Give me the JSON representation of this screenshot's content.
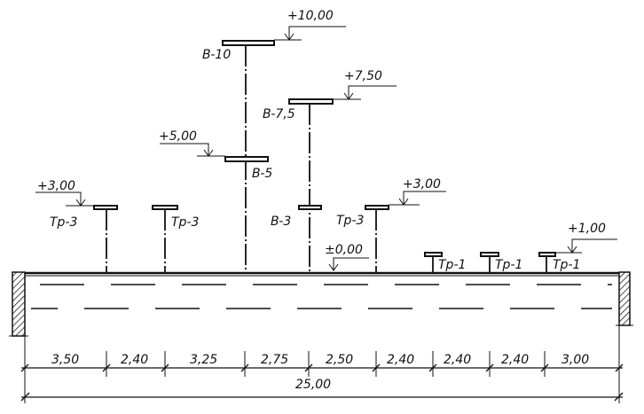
{
  "title": "Scaffold / post elevation scheme",
  "elevations": {
    "e10": "+10,00",
    "e75": "+7,50",
    "e5": "+5,00",
    "e3_left": "+3,00",
    "e3_right": "+3,00",
    "e0": "±0,00",
    "e1": "+1,00"
  },
  "labels": {
    "b10": "B-10",
    "b75": "B-7,5",
    "b5": "B-5",
    "b3": "B-3",
    "tp3_1": "Tp-3",
    "tp3_2": "Tp-3",
    "tp3_3": "Tp-3",
    "tp1_1": "Tp-1",
    "tp1_2": "Tp-1",
    "tp1_3": "Tp-1"
  },
  "dimensions": {
    "spans": [
      "3,50",
      "2,40",
      "3,25",
      "2,75",
      "2,50",
      "2,40",
      "2,40",
      "2,40",
      "3,00"
    ],
    "total": "25,00"
  }
}
